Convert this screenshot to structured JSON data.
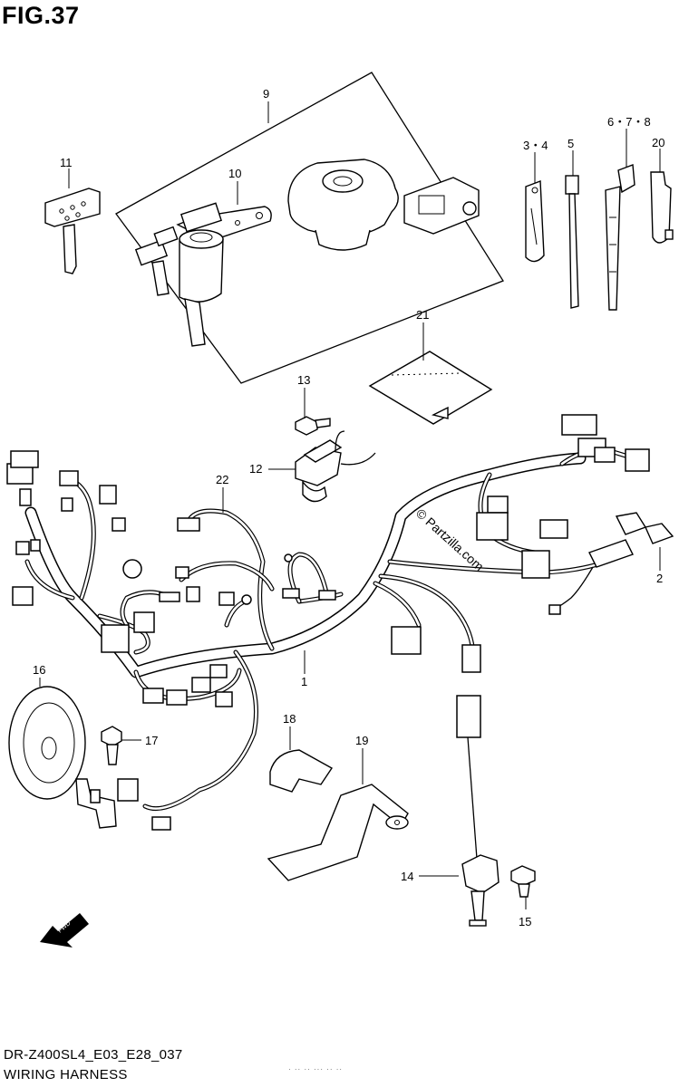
{
  "figure": {
    "title": "FIG.37",
    "model_code": "DR-Z400SL4_E03_E28_037",
    "section_title": "WIRING HARNESS",
    "footer_noise": "· ·· ·· ··· ·· ··"
  },
  "watermark": "© Partzilla.com",
  "callouts": {
    "p1": "1",
    "p2": "2",
    "p3_4": "3・4",
    "p5": "5",
    "p6_7_8": "6・7・8",
    "p9": "9",
    "p10": "10",
    "p11": "11",
    "p12": "12",
    "p13": "13",
    "p14": "14",
    "p15": "15",
    "p16": "16",
    "p17": "17",
    "p18": "18",
    "p19": "19",
    "p20": "20",
    "p21": "21",
    "p22": "22"
  },
  "icons": {
    "direction_arrow": "fwd-arrow-icon",
    "direction_label": "FWD"
  }
}
